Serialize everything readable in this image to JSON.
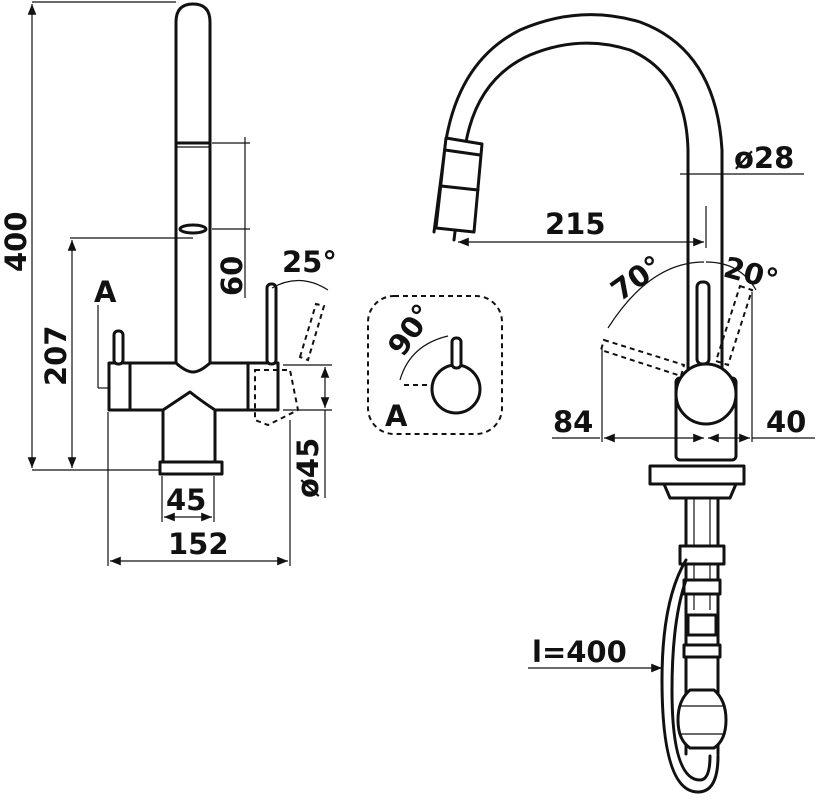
{
  "dimensions": {
    "height_total": "400",
    "height_body": "207",
    "spout_section": "60",
    "lever_angle_left": "25°",
    "base_width": "45",
    "base_diameter": "ø45",
    "total_width": "152",
    "detail_angle": "90°",
    "detail_label": "A",
    "view_label": "A",
    "reach": "215",
    "spout_diameter": "ø28",
    "lever_angle_back": "70°",
    "lever_angle_front": "20°",
    "clearance_back": "84",
    "clearance_front": "40",
    "hose_length": "l=400"
  }
}
